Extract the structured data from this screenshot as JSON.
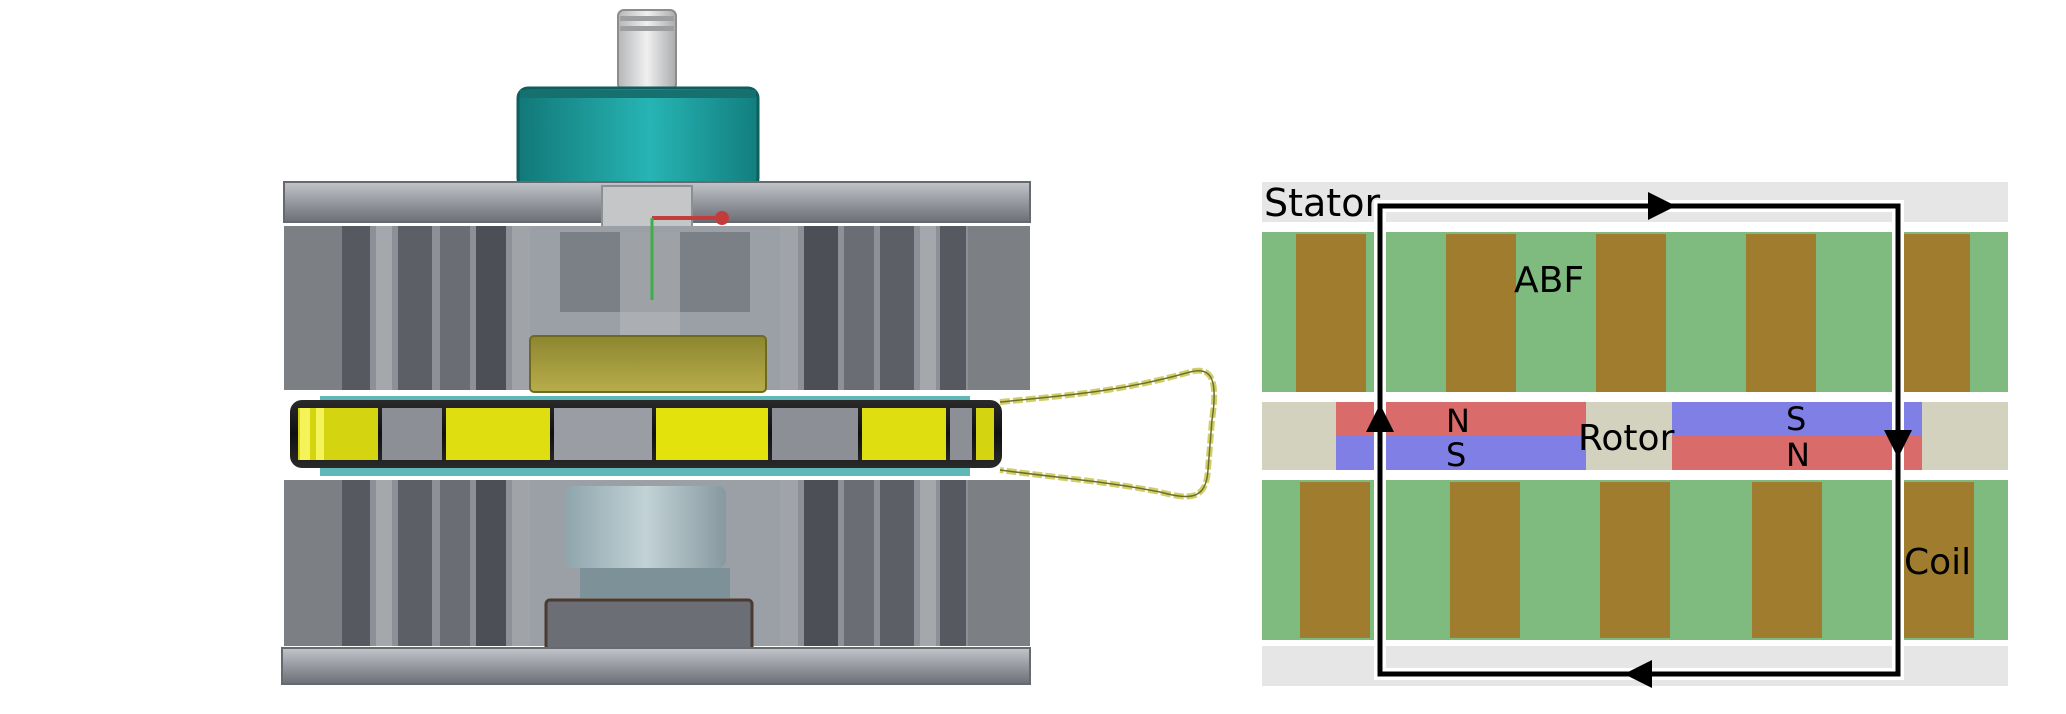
{
  "labels": {
    "stator": "Stator",
    "abf": "ABF",
    "rotor": "Rotor",
    "coil": "Coil",
    "magnet_left_top": "N",
    "magnet_left_bottom": "S",
    "magnet_right_top": "S",
    "magnet_right_bottom": "N"
  },
  "colors": {
    "stator_core": "#e6e6e6",
    "tooth_green": "#7fba7f",
    "coil_brown": "#a07d2e",
    "rotor_bg": "#d3d2bf",
    "magnet_red": "#d96b6b",
    "magnet_blue": "#7f7fe6",
    "flux_line": "#000000",
    "teal_cap": "#1e9e9e",
    "yellow_magnet": "#dede10",
    "gray_metal": "#8c9096"
  },
  "icons": {
    "flux_arrows": [
      "arrow-right-icon",
      "arrow-down-icon",
      "arrow-left-icon",
      "arrow-up-icon"
    ]
  }
}
